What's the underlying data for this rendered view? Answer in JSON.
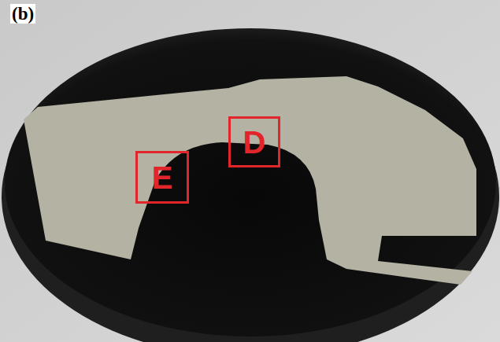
{
  "diagram": {
    "nodes": [
      {
        "text": [
          "D"
        ]
      },
      {
        "text": [
          "E"
        ]
      }
    ],
    "labels": [
      "(b)"
    ]
  }
}
